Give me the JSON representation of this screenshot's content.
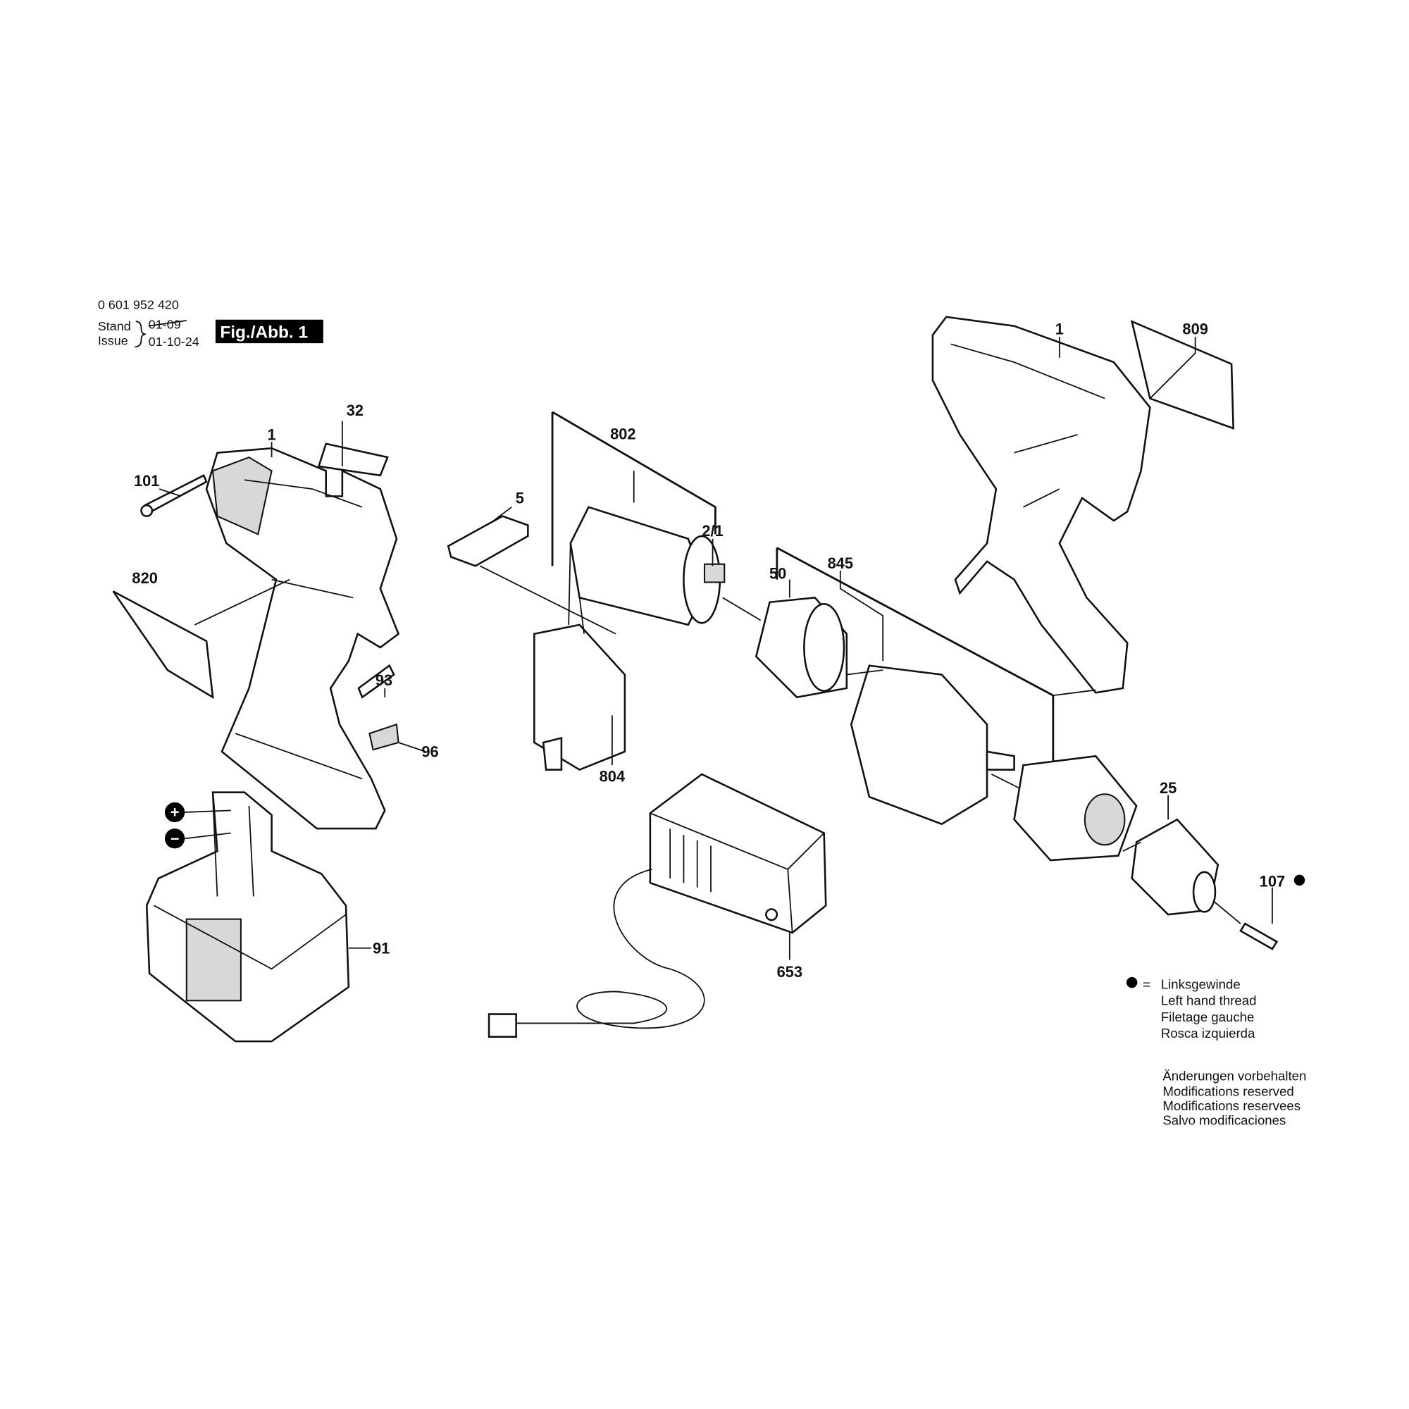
{
  "header": {
    "part_number": "0 601 952 420",
    "stand_label": "Stand",
    "issue_label": "Issue",
    "stand_date_struck": "01-09",
    "issue_date": "01-10-24",
    "figure_label": "Fig./Abb. 1"
  },
  "parts": {
    "housing_left": "1",
    "switch_cover": "32",
    "screw": "101",
    "clip": "5",
    "label_plate_left": "820",
    "motor_assembly": "802",
    "pinion": "2/1",
    "ring_gear": "50",
    "gearbox_assembly": "845",
    "housing_right": "1",
    "label_plate_right": "809",
    "bit": "93",
    "bit_holder": "96",
    "switch": "804",
    "chuck": "25",
    "chuck_screw": "107",
    "battery": "91",
    "charger": "653"
  },
  "terminals": {
    "plus": "+",
    "minus": "−"
  },
  "legend": {
    "left_hand_thread": [
      "Linksgewinde",
      "Left hand thread",
      "Filetage gauche",
      "Rosca izquierda"
    ],
    "equals": "=",
    "modifications": [
      "Änderungen vorbehalten",
      "Modifications reserved",
      "Modifications reservees",
      "Salvo modificaciones"
    ]
  }
}
